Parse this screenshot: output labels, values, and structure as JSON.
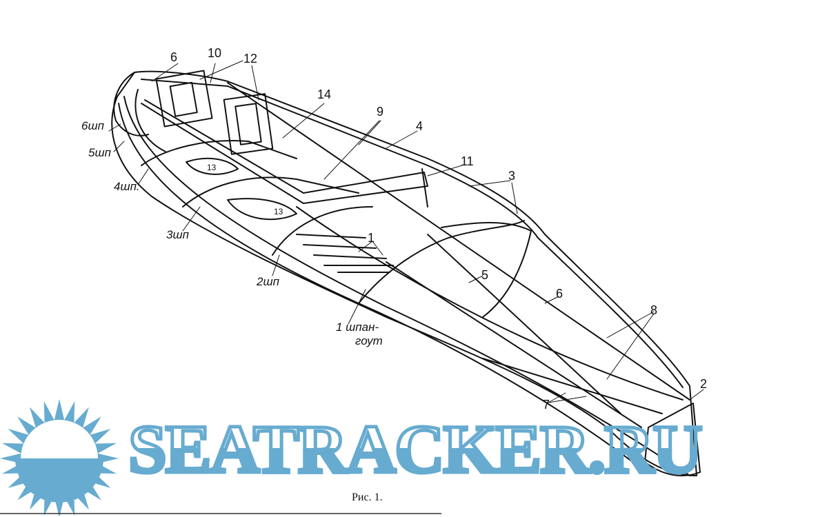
{
  "figure": {
    "caption": "Рис. 1.",
    "labels": {
      "l6_top": "6",
      "l10": "10",
      "l12": "12",
      "l14": "14",
      "l9": "9",
      "l4": "4",
      "l11": "11",
      "l3": "3",
      "sh6": "6шп",
      "sh5": "5шп",
      "sh4": "4шп.",
      "sh3": "3шп",
      "sh2": "2шп",
      "l13a": "13",
      "l13b": "13",
      "l1": "1",
      "l5": "5",
      "l6_mid": "6",
      "l8": "8",
      "sh1_line1": "1 шпан-",
      "sh1_line2": "гоут",
      "l2": "2",
      "l7": "7"
    }
  },
  "watermark": {
    "text": "SEATRACKER.RU",
    "color": "#67abd0"
  }
}
